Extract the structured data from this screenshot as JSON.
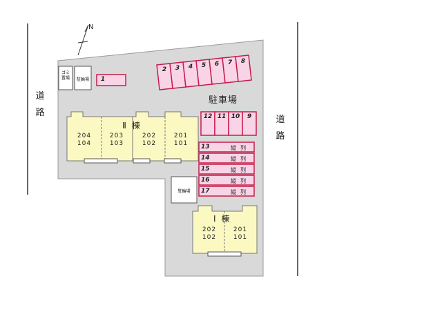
{
  "north_label": "N",
  "roads": {
    "left": "道路",
    "right": "道路"
  },
  "parking_title": "駐車場",
  "garbage_label": [
    "ゴミ",
    "置場"
  ],
  "bike_label": "駐輪場",
  "bike_label_2": "駐輪場",
  "angled_slots": [
    "2",
    "3",
    "4",
    "5",
    "6",
    "7",
    "8"
  ],
  "single_slot": "1",
  "grid_slots": [
    "12",
    "11",
    "10",
    "9"
  ],
  "tandem_rows": [
    {
      "num": "13",
      "text": "縦列"
    },
    {
      "num": "14",
      "text": "縦列"
    },
    {
      "num": "15",
      "text": "縦列"
    },
    {
      "num": "16",
      "text": "縦列"
    },
    {
      "num": "17",
      "text": "縦列"
    }
  ],
  "building2": {
    "name": "Ⅱ 棟",
    "units": [
      {
        "upper": "204",
        "lower": "104"
      },
      {
        "upper": "203",
        "lower": "103"
      },
      {
        "upper": "202",
        "lower": "102"
      },
      {
        "upper": "201",
        "lower": "101"
      }
    ]
  },
  "building1": {
    "name": "Ⅰ 棟",
    "units": [
      {
        "upper": "202",
        "lower": "102"
      },
      {
        "upper": "201",
        "lower": "101"
      }
    ]
  },
  "colors": {
    "lot": "#d9d9d9",
    "building": "#fbf8c2",
    "parking_fill": "#f8d4e6",
    "parking_border": "#c41e4a"
  }
}
